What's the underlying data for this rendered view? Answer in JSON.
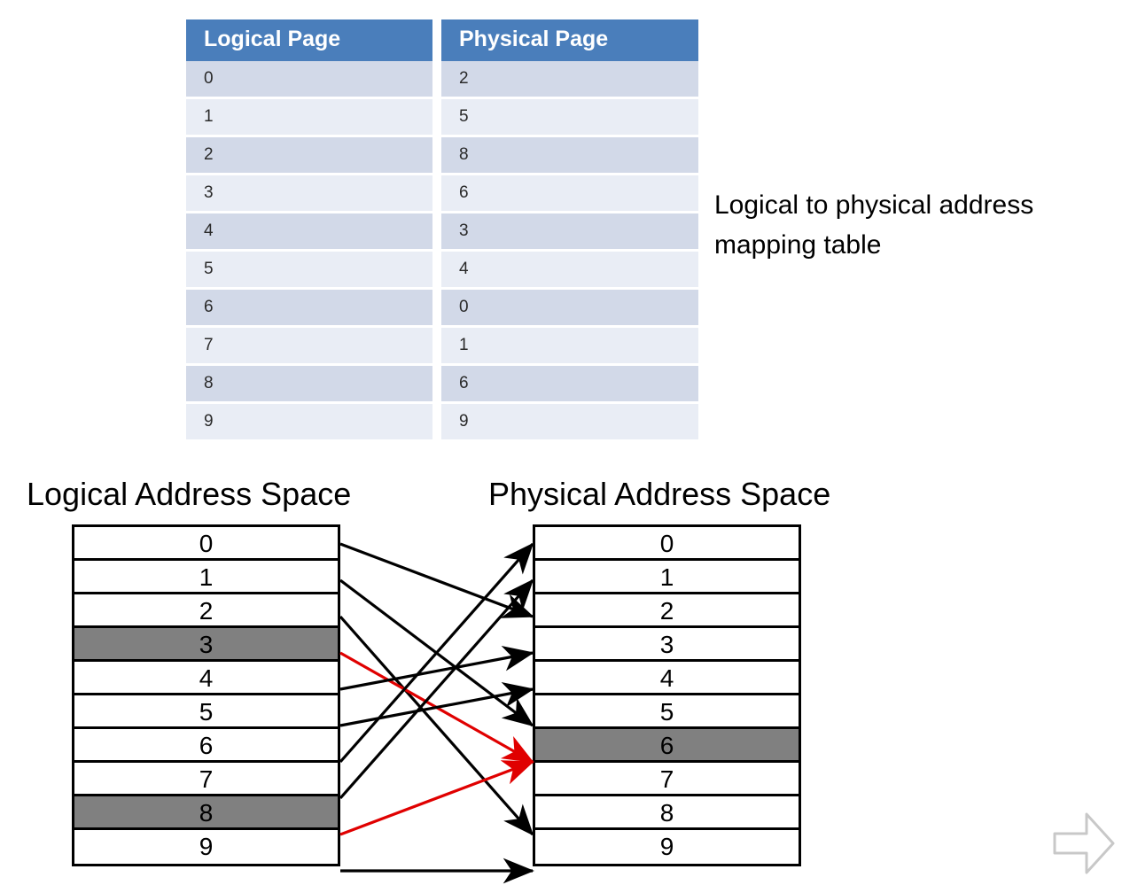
{
  "table": {
    "headers": [
      "Logical Page",
      "Physical Page"
    ],
    "header_bg": "#4a7ebb",
    "header_color": "#ffffff",
    "band_dark": "#d2d9e8",
    "band_light": "#e9edf5",
    "rows": [
      {
        "logical": "0",
        "physical": "2"
      },
      {
        "logical": "1",
        "physical": "5"
      },
      {
        "logical": "2",
        "physical": "8"
      },
      {
        "logical": "3",
        "physical": "6"
      },
      {
        "logical": "4",
        "physical": "3"
      },
      {
        "logical": "5",
        "physical": "4"
      },
      {
        "logical": "6",
        "physical": "0"
      },
      {
        "logical": "7",
        "physical": "1"
      },
      {
        "logical": "8",
        "physical": "6"
      },
      {
        "logical": "9",
        "physical": "9"
      }
    ]
  },
  "caption": "Logical to physical address\nmapping table",
  "diagram": {
    "logical_title": "Logical Address Space",
    "physical_title": "Physical Address Space",
    "highlight_color": "#808080",
    "arrow_color": "#000000",
    "accent_arrow_color": "#e00000",
    "logical_pages": [
      {
        "label": "0",
        "highlighted": false
      },
      {
        "label": "1",
        "highlighted": false
      },
      {
        "label": "2",
        "highlighted": false
      },
      {
        "label": "3",
        "highlighted": true
      },
      {
        "label": "4",
        "highlighted": false
      },
      {
        "label": "5",
        "highlighted": false
      },
      {
        "label": "6",
        "highlighted": false
      },
      {
        "label": "7",
        "highlighted": false
      },
      {
        "label": "8",
        "highlighted": true
      },
      {
        "label": "9",
        "highlighted": false
      }
    ],
    "physical_pages": [
      {
        "label": "0",
        "highlighted": false
      },
      {
        "label": "1",
        "highlighted": false
      },
      {
        "label": "2",
        "highlighted": false
      },
      {
        "label": "3",
        "highlighted": false
      },
      {
        "label": "4",
        "highlighted": false
      },
      {
        "label": "5",
        "highlighted": false
      },
      {
        "label": "6",
        "highlighted": true
      },
      {
        "label": "7",
        "highlighted": false
      },
      {
        "label": "8",
        "highlighted": false
      },
      {
        "label": "9",
        "highlighted": false
      }
    ],
    "mappings": [
      {
        "from": 0,
        "to": 2,
        "accent": false
      },
      {
        "from": 1,
        "to": 5,
        "accent": false
      },
      {
        "from": 2,
        "to": 8,
        "accent": false
      },
      {
        "from": 3,
        "to": 6,
        "accent": true
      },
      {
        "from": 4,
        "to": 3,
        "accent": false
      },
      {
        "from": 5,
        "to": 4,
        "accent": false
      },
      {
        "from": 6,
        "to": 0,
        "accent": false
      },
      {
        "from": 7,
        "to": 1,
        "accent": false
      },
      {
        "from": 8,
        "to": 6,
        "accent": true
      },
      {
        "from": 9,
        "to": 9,
        "accent": false
      }
    ]
  },
  "corner_decoration": {
    "icon": "right-arrow-outline-icon"
  }
}
